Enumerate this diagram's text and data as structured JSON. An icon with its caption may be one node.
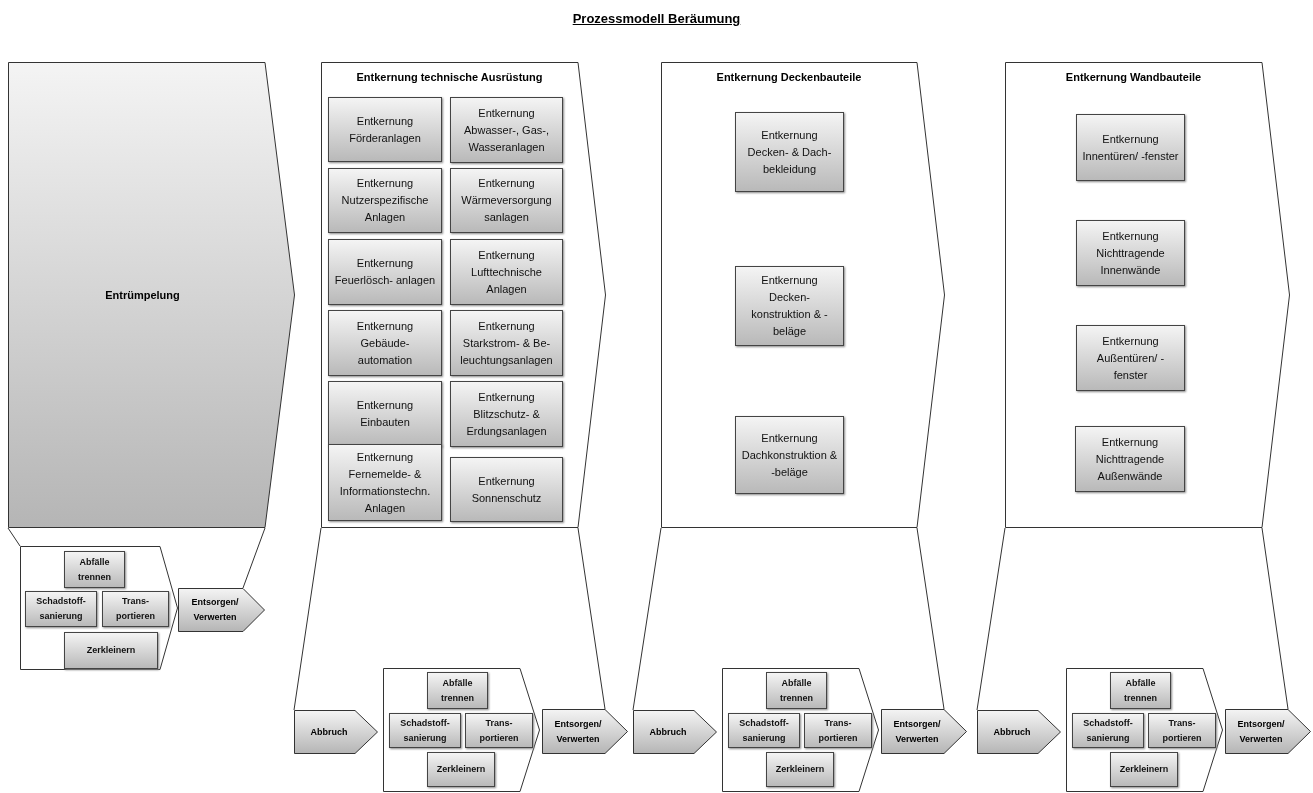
{
  "diagram": {
    "title": "Prozessmodell Beräumung",
    "nodes": [
      {
        "text": [
          "Entrümpelung"
        ]
      },
      {
        "text": [],
        "shape": "chevron"
      },
      {
        "text": [
          "Abfälle trennen"
        ],
        "in": 1
      },
      {
        "text": [
          "Schadstoff- sanierung"
        ],
        "in": 1
      },
      {
        "text": [
          "Trans- portieren"
        ],
        "in": 1
      },
      {
        "text": [
          "Zerkleinern"
        ],
        "in": 1
      },
      {
        "text": [
          "Entsorgen/ Verwerten"
        ]
      },
      {
        "text": [
          "Entkernung technische Ausrüstung"
        ]
      },
      {
        "text": [
          "Entkernung Förderanlagen"
        ],
        "in": 7
      },
      {
        "text": [
          "Entkernung Abwasser-, Gas-, Wasseranlagen"
        ],
        "in": 7
      },
      {
        "text": [
          "Entkernung Nutzerspezifische Anlagen"
        ],
        "in": 7
      },
      {
        "text": [
          "Entkernung Wärmeversorgung sanlagen"
        ],
        "in": 7
      },
      {
        "text": [
          "Entkernung Feuerlösch- anlagen"
        ],
        "in": 7
      },
      {
        "text": [
          "Entkernung Lufttechnische Anlagen"
        ],
        "in": 7
      },
      {
        "text": [
          "Entkernung Gebäude- automation"
        ],
        "in": 7
      },
      {
        "text": [
          "Entkernung Starkstrom- & Be- leuchtungsanlagen"
        ],
        "in": 7
      },
      {
        "text": [
          "Entkernung Einbauten"
        ],
        "in": 7
      },
      {
        "text": [
          "Entkernung Blitzschutz- & Erdungsanlagen"
        ],
        "in": 7
      },
      {
        "text": [
          "Entkernung Fernemelde- & Informationstechn. Anlagen"
        ],
        "in": 7
      },
      {
        "text": [
          "Entkernung Sonnenschutz"
        ],
        "in": 7
      },
      {
        "text": [
          "Abbruch"
        ]
      },
      {
        "text": [],
        "shape": "chevron"
      },
      {
        "text": [
          "Abfälle trennen"
        ],
        "in": 21
      },
      {
        "text": [
          "Schadstoff- sanierung"
        ],
        "in": 21
      },
      {
        "text": [
          "Trans- portieren"
        ],
        "in": 21
      },
      {
        "text": [
          "Zerkleinern"
        ],
        "in": 21
      },
      {
        "text": [
          "Entsorgen/ Verwerten"
        ]
      },
      {
        "text": [
          "Entkernung Deckenbauteile"
        ]
      },
      {
        "text": [
          "Entkernung Decken- & Dach- bekleidung"
        ],
        "in": 27
      },
      {
        "text": [
          "Entkernung Decken- konstruktion & -beläge"
        ],
        "in": 27
      },
      {
        "text": [
          "Entkernung Dachkonstruktion & -beläge"
        ],
        "in": 27
      },
      {
        "text": [
          "Abbruch"
        ]
      },
      {
        "text": [],
        "shape": "chevron"
      },
      {
        "text": [
          "Abfälle trennen"
        ],
        "in": 32
      },
      {
        "text": [
          "Schadstoff- sanierung"
        ],
        "in": 32
      },
      {
        "text": [
          "Trans- portieren"
        ],
        "in": 32
      },
      {
        "text": [
          "Zerkleinern"
        ],
        "in": 32
      },
      {
        "text": [
          "Entsorgen/ Verwerten"
        ]
      },
      {
        "text": [
          "Entkernung Wandbauteile"
        ]
      },
      {
        "text": [
          "Entkernung Innentüren/ -fenster"
        ],
        "in": 38
      },
      {
        "text": [
          "Entkernung Nichttragende Innenwände"
        ],
        "in": 38
      },
      {
        "text": [
          "Entkernung Außentüren/ -fenster"
        ],
        "in": 38
      },
      {
        "text": [
          "Entkernung Nichttragende Außenwände"
        ],
        "in": 38
      },
      {
        "text": [
          "Abbruch"
        ]
      },
      {
        "text": [],
        "shape": "chevron"
      },
      {
        "text": [
          "Abfälle trennen"
        ],
        "in": 44
      },
      {
        "text": [
          "Schadstoff- sanierung"
        ],
        "in": 44
      },
      {
        "text": [
          "Trans- portieren"
        ],
        "in": 44
      },
      {
        "text": [
          "Zerkleinern"
        ],
        "in": 44
      },
      {
        "text": [
          "Entsorgen/ Verwerten"
        ]
      }
    ],
    "edges": [
      {
        "from": 0,
        "to": 1,
        "arrow": "none"
      },
      {
        "from": 0,
        "to": 6,
        "arrow": "none"
      },
      {
        "from": 7,
        "to": 20,
        "arrow": "none"
      },
      {
        "from": 7,
        "to": 26,
        "arrow": "none"
      },
      {
        "from": 27,
        "to": 31,
        "arrow": "none"
      },
      {
        "from": 27,
        "to": 37,
        "arrow": "none"
      },
      {
        "from": 38,
        "to": 43,
        "arrow": "none"
      },
      {
        "from": 38,
        "to": 49,
        "arrow": "none"
      }
    ]
  }
}
